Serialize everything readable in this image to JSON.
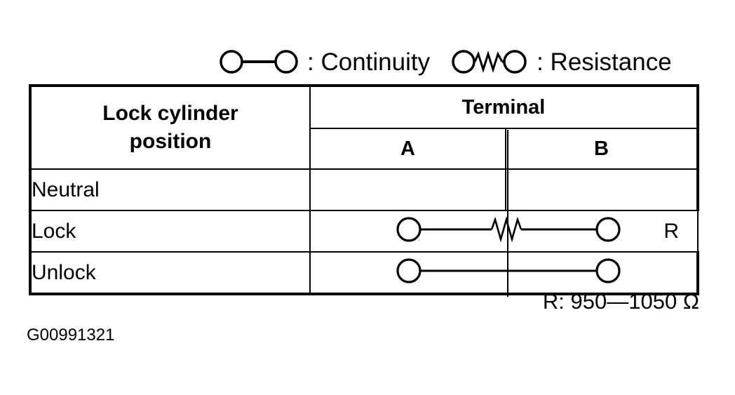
{
  "legend": {
    "continuity": {
      "symbol": "continuity-symbol",
      "label": ": Continuity"
    },
    "resistance": {
      "symbol": "resistance-symbol",
      "label": ": Resistance"
    }
  },
  "table": {
    "header": {
      "position": {
        "line1": "Lock cylinder",
        "line2": "position"
      },
      "terminal": "Terminal",
      "terminal_a": "A",
      "terminal_b": "B"
    },
    "rows": [
      {
        "position": "Neutral",
        "symbol": "none",
        "tag": ""
      },
      {
        "position": "Lock",
        "symbol": "resistance",
        "tag": "R"
      },
      {
        "position": "Unlock",
        "symbol": "continuity",
        "tag": ""
      }
    ]
  },
  "notes": {
    "resistance_value": "R: 950—1050 Ω",
    "figure_code": "G00991321"
  },
  "colors": {
    "ink": "#000000",
    "paper": "#ffffff"
  }
}
